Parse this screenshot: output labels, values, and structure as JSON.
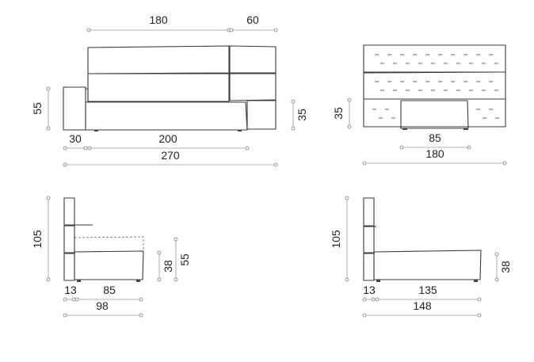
{
  "front_view": {
    "headboard_width": "180",
    "side_panel_width": "60",
    "side_table_height": "55",
    "side_panel_height": "35",
    "side_table_width": "30",
    "bed_length": "200",
    "overall_width": "270"
  },
  "top_view": {
    "panel_height": "35",
    "panel_width": "85",
    "overall_width": "180"
  },
  "side_view_left": {
    "headboard_height": "105",
    "base_height": "38",
    "mattress_height": "55",
    "headboard_depth": "13",
    "base_depth": "85",
    "overall_depth": "98"
  },
  "side_view_right": {
    "headboard_height": "105",
    "base_height": "38",
    "headboard_depth": "13",
    "base_depth": "135",
    "overall_depth": "148"
  },
  "colors": {
    "outline": "#3a3a3a",
    "dimension_line": "#9a9a9a",
    "background": "#ffffff"
  }
}
